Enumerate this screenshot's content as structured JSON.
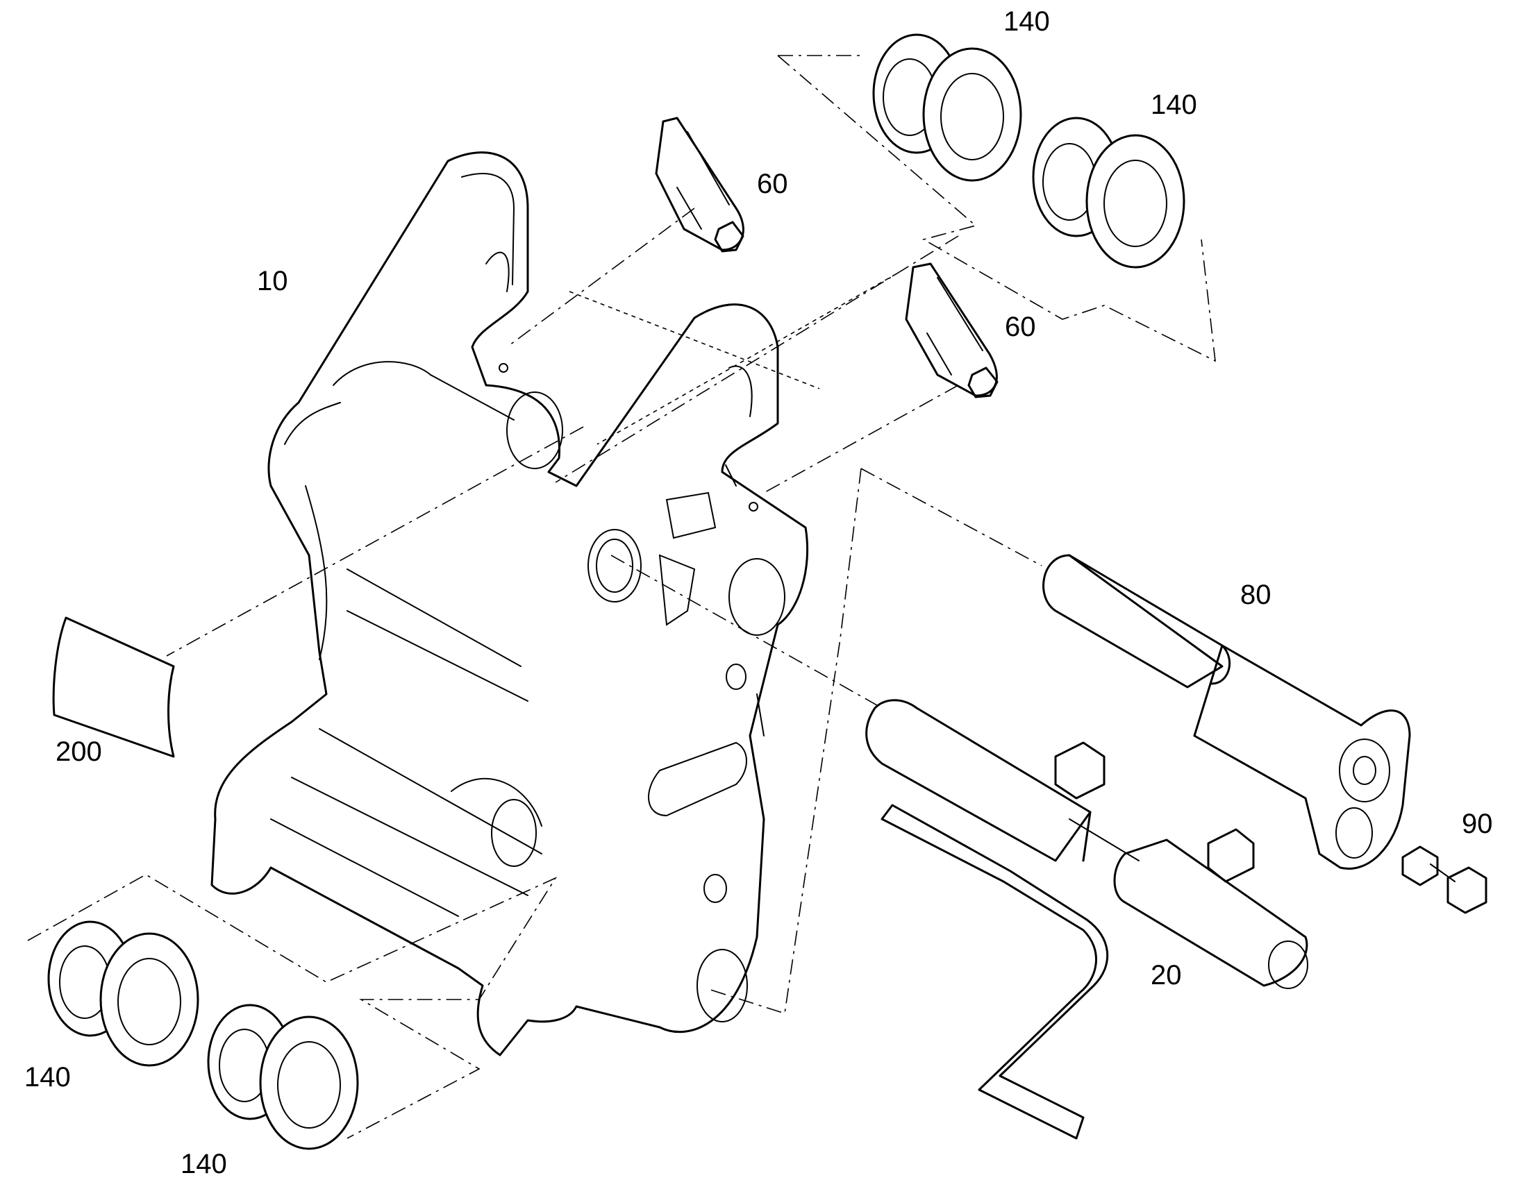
{
  "callouts": {
    "frame": "10",
    "cylinder": "20",
    "hook_top": "60",
    "hook_mid": "60",
    "pin_upper": "80",
    "bolt": "90",
    "washers_top_left": "140",
    "washers_top_right": "140",
    "washers_bottom_left": "140",
    "washers_bottom_right": "140",
    "plate": "200"
  }
}
